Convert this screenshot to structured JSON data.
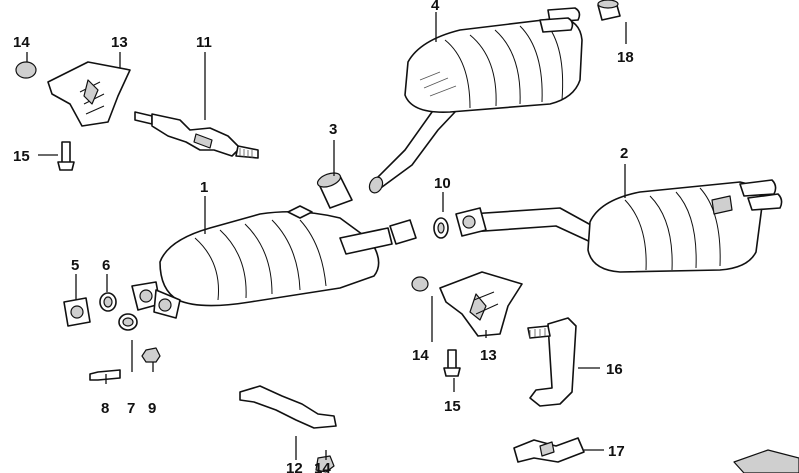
{
  "diagram": {
    "labels": {
      "l1": "1",
      "l2": "2",
      "l3": "3",
      "l4": "4",
      "l5": "5",
      "l6": "6",
      "l7": "7",
      "l8": "8",
      "l9": "9",
      "l10": "10",
      "l11": "11",
      "l12": "12",
      "l13a": "13",
      "l13b": "13",
      "l14a": "14",
      "l14b": "14",
      "l14c": "14",
      "l15a": "15",
      "l15b": "15",
      "l16": "16",
      "l17": "17",
      "l18": "18"
    }
  }
}
